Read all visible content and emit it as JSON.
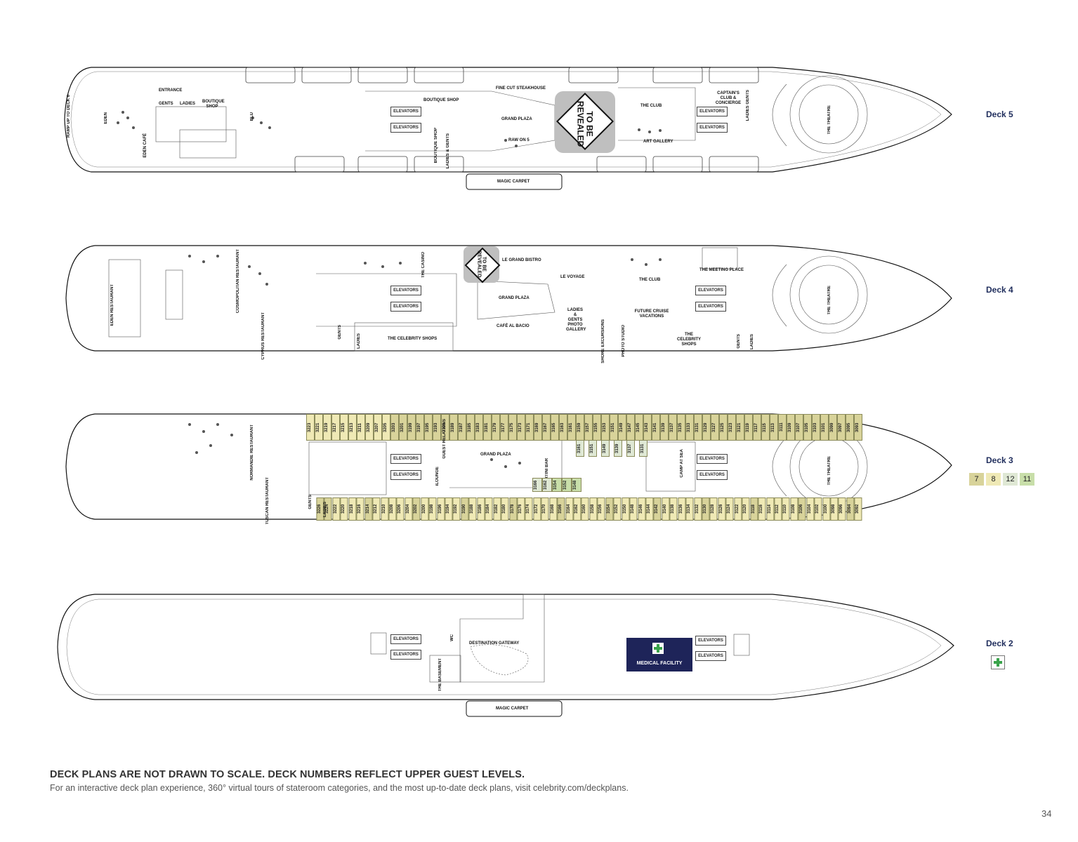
{
  "decks": {
    "deck5": {
      "label": "Deck 5",
      "rooms": {
        "entrance": "ENTRANCE",
        "gents": "GENTS",
        "ladies": "LADIES",
        "boutique_shop": "BOUTIQUE SHOP",
        "ramp": "RAMP UP TO DECK 6",
        "eden": "EDEN",
        "eden_cafe": "EDEN CAFÉ",
        "blu": "BLU",
        "boutique_shop_top": "BOUTIQUE SHOP",
        "boutique_shop_v": "BOUTIQUE SHOP",
        "ladies_gents": "LADIES & GENTS",
        "fine_cut": "FINE CUT STEAKHOUSE",
        "grand_plaza": "GRAND PLAZA",
        "raw_on_5": "RAW ON 5",
        "the_club": "THE CLUB",
        "captains_club": "CAPTAIN'S CLUB & CONCIERGE",
        "ladies_gents_r": "LADIES GENTS",
        "art_gallery": "ART GALLERY",
        "the_theatre": "THE THEATRE",
        "magic_carpet": "MAGIC CARPET",
        "elevators": "ELEVATORS",
        "to_be_revealed": "TO BE REVEALED"
      }
    },
    "deck4": {
      "label": "Deck 4",
      "rooms": {
        "eden_restaurant": "EDEN RESTAURANT",
        "cosmopolitan": "COSMOPOLITAN RESTAURANT",
        "cyprus": "CYPRUS RESTAURANT",
        "gents": "GENTS",
        "ladies": "LADIES",
        "the_casino": "THE CASINO",
        "celebrity_shops": "THE CELEBRITY SHOPS",
        "le_grand_bistro": "LE GRAND BISTRO",
        "grand_plaza": "GRAND PLAZA",
        "cafe_al_bacio": "CAFÉ AL BACIO",
        "le_voyage": "LE VOYAGE",
        "ladies_gents": "LADIES & GENTS",
        "photo_gallery": "PHOTO GALLERY",
        "shore_excursions": "SHORE EXCURSIONS",
        "photo_studio": "PHOTO STUDIO",
        "the_club": "THE CLUB",
        "future_cruise": "FUTURE CRUISE VACATIONS",
        "meeting_place": "THE MEETING PLACE",
        "celebrity_shops_r": "THE CELEBRITY SHOPS",
        "gents_r": "GENTS",
        "ladies_r": "LADIES",
        "the_theatre": "THE THEATRE",
        "elevators": "ELEVATORS",
        "to_be_revealed": "TO BE REVEALED"
      }
    },
    "deck3": {
      "label": "Deck 3",
      "rooms": {
        "normandie": "NORMANDIE RESTAURANT",
        "tuscan": "TUSCAN RESTAURANT",
        "ladies": "LADIES",
        "gents": "GENTS",
        "guest_relations": "GUEST RELATIONS",
        "ilounge": "iLOUNGE",
        "grand_plaza": "GRAND PLAZA",
        "martini_bar": "MARTINI BAR",
        "camp_at_sea": "CAMP AT SEA",
        "the_theatre": "THE THEATRE",
        "elevators": "ELEVATORS"
      },
      "cabins_top": [
        "3223",
        "3221",
        "3219",
        "3217",
        "3215",
        "3213",
        "3211",
        "3209",
        "3207",
        "3205",
        "3203",
        "3201",
        "3199",
        "3197",
        "3195",
        "3193",
        "3191",
        "3189",
        "3187",
        "3185",
        "3183",
        "3181",
        "3179",
        "3177",
        "3175",
        "3173",
        "3171",
        "3169",
        "3167",
        "3165",
        "3163",
        "3161",
        "3159",
        "3157",
        "3155",
        "3153",
        "3151",
        "3149",
        "3147",
        "3145",
        "3143",
        "3141",
        "3139",
        "3137",
        "3135",
        "3133",
        "3131",
        "3129",
        "3127",
        "3125",
        "3123",
        "3121",
        "3119",
        "3117",
        "3115",
        "3113",
        "3111",
        "3109",
        "3107",
        "3105",
        "3103",
        "3101",
        "3099",
        "3097",
        "3095",
        "3093"
      ],
      "cabins_bottom": [
        "3226",
        "3224",
        "3222",
        "3220",
        "3218",
        "3216",
        "3214",
        "3212",
        "3210",
        "3208",
        "3206",
        "3204",
        "3202",
        "3200",
        "3198",
        "3196",
        "3194",
        "3192",
        "3190",
        "3188",
        "3186",
        "3184",
        "3182",
        "3180",
        "3178",
        "3176",
        "3174",
        "3172",
        "3170",
        "3168",
        "3166",
        "3164",
        "3162",
        "3160",
        "3158",
        "3156",
        "3154",
        "3152",
        "3150",
        "3148",
        "3146",
        "3144",
        "3142",
        "3140",
        "3138",
        "3136",
        "3134",
        "3132",
        "3130",
        "3128",
        "3126",
        "3124",
        "3122",
        "3120",
        "3118",
        "3116",
        "3114",
        "3112",
        "3110",
        "3108",
        "3106",
        "3104",
        "3102",
        "3100",
        "3098",
        "3096",
        "3094",
        "3092"
      ],
      "inner_cabins": [
        "3161",
        "3151",
        "3149",
        "3139",
        "3137",
        "3131"
      ],
      "inner_small": [
        "3166",
        "3162",
        "3154",
        "3152",
        "3148"
      ],
      "legend": [
        "7",
        "8",
        "12",
        "11"
      ]
    },
    "deck2": {
      "label": "Deck 2",
      "rooms": {
        "destination_gateway": "DESTINATION GATEWAY",
        "wc": "WC",
        "the_basement": "THE BASEMENT",
        "medical_facility": "MEDICAL FACILITY",
        "magic_carpet": "MAGIC CARPET",
        "elevators": "ELEVATORS"
      }
    }
  },
  "footer": {
    "disclaimer": "DECK PLANS ARE NOT DRAWN TO SCALE. DECK NUMBERS REFLECT UPPER GUEST LEVELS.",
    "note": "For an interactive deck plan experience, 360° virtual tours of stateroom categories, and the most up-to-date deck plans, visit celebrity.com/deckplans.",
    "page_number": "34"
  },
  "colors": {
    "deck_label": "#1f2d5c",
    "medical": "#1e2459",
    "cat7": "#d8d39a",
    "cat8": "#efe9b5",
    "cat12": "#dfe8d4",
    "cat11": "#c8dea9",
    "to_be_revealed": "#bfbfbf"
  }
}
